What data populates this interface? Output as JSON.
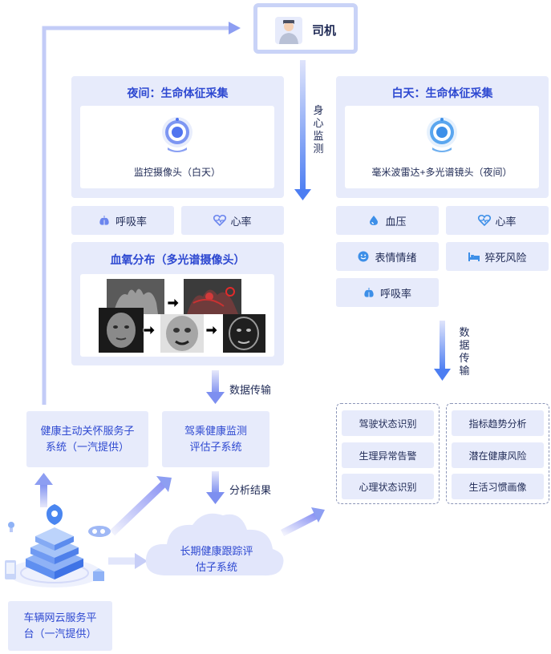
{
  "driver": {
    "label": "司机"
  },
  "monitor_label": "身心监测",
  "night_panel": {
    "title": "夜间：生命体征采集",
    "camera_label": "监控摄像头（白天）",
    "tiles": [
      "呼吸率",
      "心率"
    ],
    "spo2_title": "血氧分布（多光谱摄像头）"
  },
  "day_panel": {
    "title": "白天：生命体征采集",
    "camera_label": "毫米波雷达+多光谱镜头（夜间）",
    "tiles": [
      "血压",
      "心率",
      "表情情绪",
      "猝死风险",
      "呼吸率"
    ]
  },
  "data_transfer_right": "数据传输",
  "data_transfer_mid": "数据传输",
  "analysis_result": "分析结果",
  "left_box": "健康主动关怀服务子系统（一汽提供）",
  "mid_box": "驾乘健康监测评估子系统",
  "cloud_label": "长期健康跟踪评估子系统",
  "platform_label": "车辆网云服务平台（一汽提供）",
  "results_left": [
    "驾驶状态识别",
    "生理异常告警",
    "心理状态识别"
  ],
  "results_right": [
    "指标趋势分析",
    "潜在健康风险",
    "生活习惯画像"
  ],
  "colors": {
    "accent": "#2e49d1",
    "panel": "#e7ebfb",
    "arrow": "#7d8ff0"
  }
}
